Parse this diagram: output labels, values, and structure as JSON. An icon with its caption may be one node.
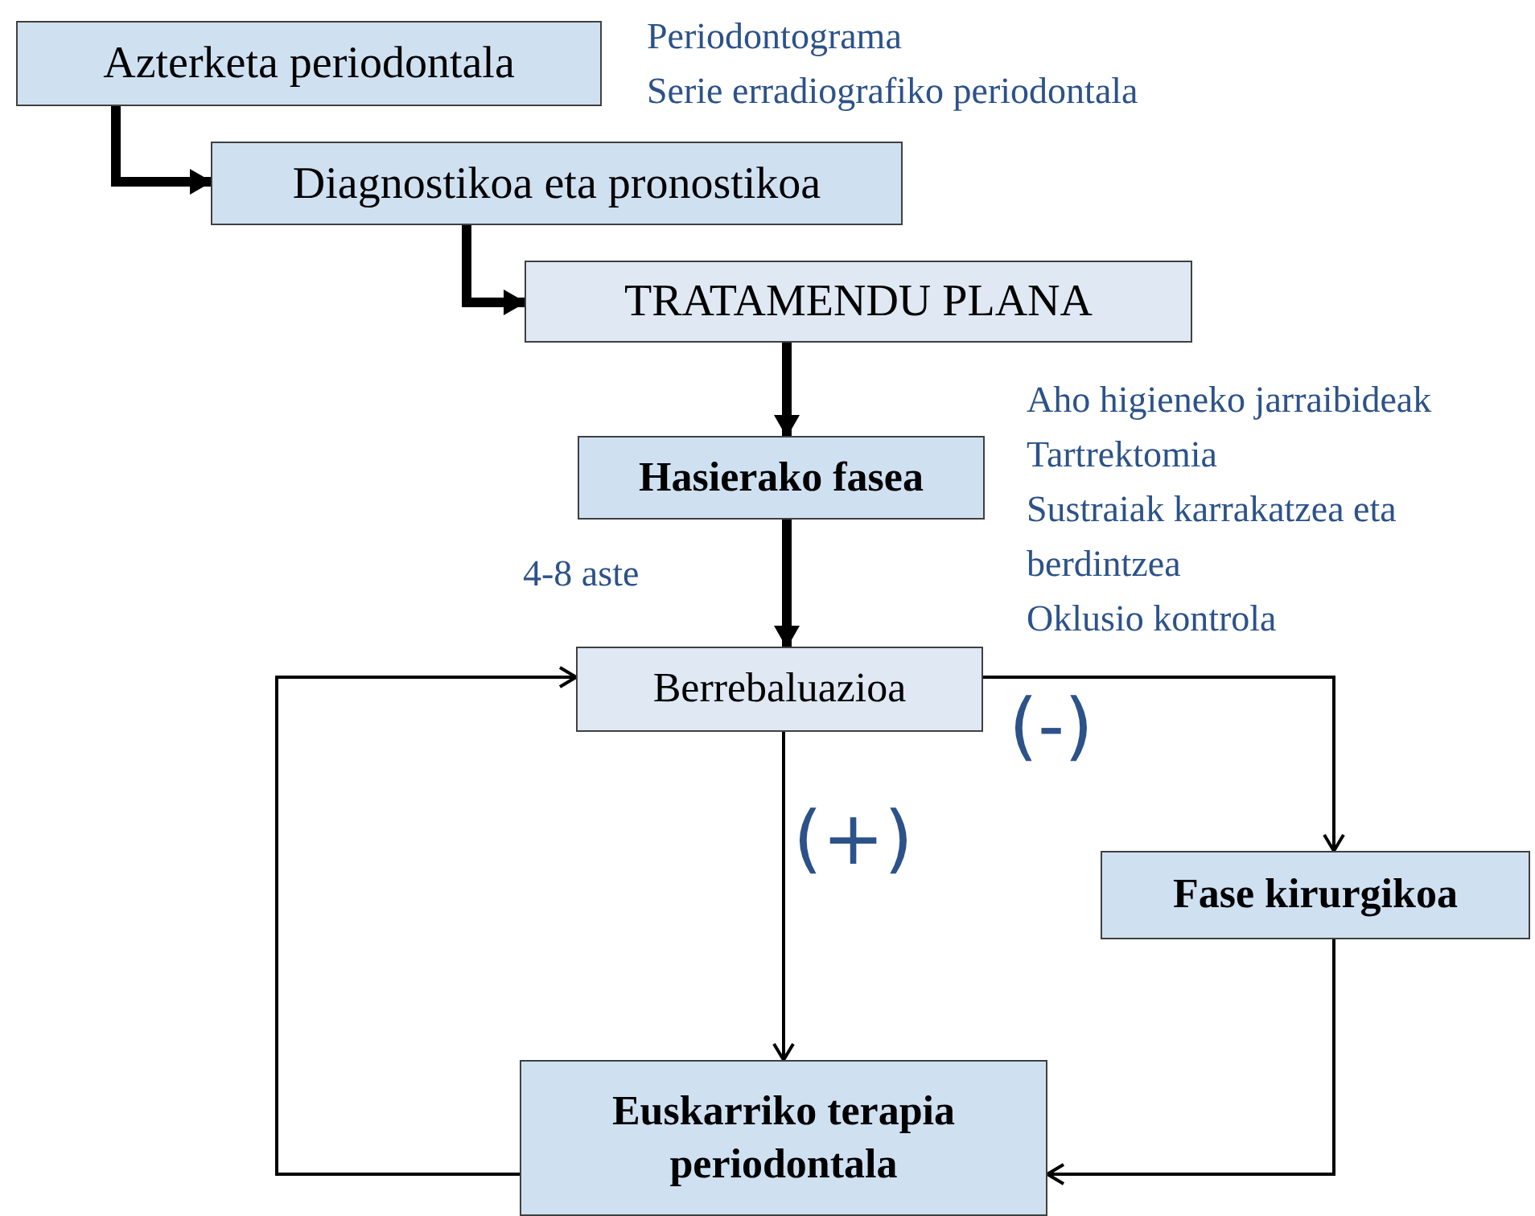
{
  "diagram": {
    "nodes": [
      {
        "text": [
          "Azterketa periodontala"
        ],
        "beside": [
          "Periodontograma",
          "Serie erradiografiko periodontala"
        ]
      },
      {
        "text": [
          "Diagnostikoa eta pronostikoa"
        ]
      },
      {
        "text": [
          "TRATAMENDU PLANA"
        ]
      },
      {
        "text": [
          "Hasierako fasea"
        ],
        "beside": [
          "Aho higieneko jarraibideak",
          "Tartrektomia",
          "Sustraiak karrakatzea eta berdintzea",
          "Oklusio kontrola"
        ]
      },
      {
        "text": [
          "Berrebaluazioa"
        ]
      },
      {
        "text": [
          "Fase kirurgikoa"
        ]
      },
      {
        "text": [
          "Euskarriko terapia periodontala"
        ]
      }
    ],
    "edges": [
      {
        "from": 0,
        "to": 1,
        "arrow": "to",
        "style": "thick"
      },
      {
        "from": 1,
        "to": 2,
        "arrow": "to",
        "style": "thick"
      },
      {
        "from": 2,
        "to": 3,
        "arrow": "to",
        "style": "thick"
      },
      {
        "from": 3,
        "to": 4,
        "arrow": "to",
        "style": "thick",
        "label": "4-8 aste"
      },
      {
        "from": 4,
        "to": 6,
        "arrow": "to",
        "label": "(+)"
      },
      {
        "from": 4,
        "to": 5,
        "arrow": "to",
        "label": "(-)"
      },
      {
        "from": 5,
        "to": 6,
        "arrow": "to"
      },
      {
        "from": 6,
        "to": 4,
        "arrow": "to"
      }
    ]
  }
}
